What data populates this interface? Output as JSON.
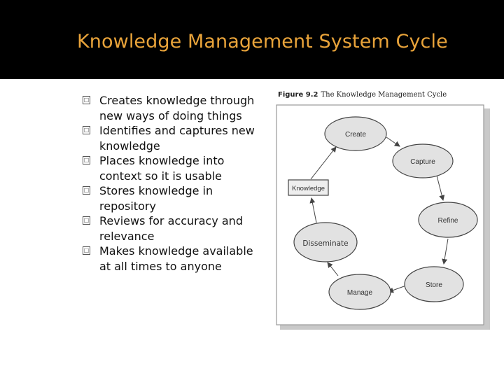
{
  "slide": {
    "title": "Knowledge Management System Cycle",
    "bullet_marker": "□",
    "bullets": [
      "Creates knowledge through new ways of doing things",
      "Identifies and captures new knowledge",
      "Places knowledge into context so it is usable",
      "Stores knowledge in repository",
      "Reviews for accuracy and relevance",
      "Makes knowledge available at all times to anyone"
    ]
  },
  "figure": {
    "label": "Figure 9.2",
    "caption": "The Knowledge Management Cycle",
    "nodes": {
      "create": "Create",
      "capture": "Capture",
      "refine": "Refine",
      "store": "Store",
      "manage": "Manage",
      "disseminate": "Disseminate",
      "knowledge": "Knowledge"
    },
    "colors": {
      "node_fill": "#e2e2e2",
      "node_stroke": "#444444",
      "frame": "#9a9a9a",
      "shadow": "#c9c9c9"
    }
  }
}
